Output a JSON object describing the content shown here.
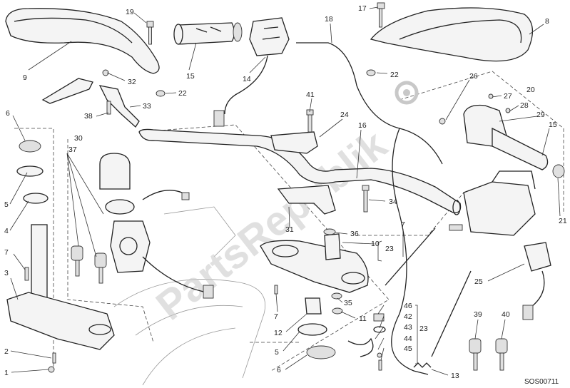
{
  "diagram": {
    "code": "SOS00711",
    "watermark": "PartsRepublik",
    "callouts": [
      {
        "id": "c19",
        "label": "19"
      },
      {
        "id": "c9",
        "label": "9"
      },
      {
        "id": "c32",
        "label": "32"
      },
      {
        "id": "c22a",
        "label": "22"
      },
      {
        "id": "c15a",
        "label": "15"
      },
      {
        "id": "c14",
        "label": "14"
      },
      {
        "id": "c18",
        "label": "18"
      },
      {
        "id": "c17",
        "label": "17"
      },
      {
        "id": "c8",
        "label": "8"
      },
      {
        "id": "c22b",
        "label": "22"
      },
      {
        "id": "c33",
        "label": "33"
      },
      {
        "id": "c38",
        "label": "38"
      },
      {
        "id": "c6a",
        "label": "6"
      },
      {
        "id": "c30",
        "label": "30"
      },
      {
        "id": "c37",
        "label": "37"
      },
      {
        "id": "c41",
        "label": "41"
      },
      {
        "id": "c24",
        "label": "24"
      },
      {
        "id": "c16",
        "label": "16"
      },
      {
        "id": "c26",
        "label": "26"
      },
      {
        "id": "c20",
        "label": "20"
      },
      {
        "id": "c27",
        "label": "27"
      },
      {
        "id": "c28",
        "label": "28"
      },
      {
        "id": "c29",
        "label": "29"
      },
      {
        "id": "c15b",
        "label": "15"
      },
      {
        "id": "c5a",
        "label": "5"
      },
      {
        "id": "c4",
        "label": "4"
      },
      {
        "id": "c34",
        "label": "34"
      },
      {
        "id": "c31",
        "label": "31"
      },
      {
        "id": "c36",
        "label": "36"
      },
      {
        "id": "c7a",
        "label": "7"
      },
      {
        "id": "c10",
        "label": "10"
      },
      {
        "id": "c23a",
        "label": "23"
      },
      {
        "id": "c7b",
        "label": "7"
      },
      {
        "id": "c3",
        "label": "3"
      },
      {
        "id": "c21",
        "label": "21"
      },
      {
        "id": "c25",
        "label": "25"
      },
      {
        "id": "c35",
        "label": "35"
      },
      {
        "id": "c7c",
        "label": "7"
      },
      {
        "id": "c46",
        "label": "46"
      },
      {
        "id": "c42",
        "label": "42"
      },
      {
        "id": "c11",
        "label": "11"
      },
      {
        "id": "c43",
        "label": "43"
      },
      {
        "id": "c23b",
        "label": "23"
      },
      {
        "id": "c12",
        "label": "12"
      },
      {
        "id": "c44",
        "label": "44"
      },
      {
        "id": "c39",
        "label": "39"
      },
      {
        "id": "c40",
        "label": "40"
      },
      {
        "id": "c45",
        "label": "45"
      },
      {
        "id": "c5b",
        "label": "5"
      },
      {
        "id": "c2",
        "label": "2"
      },
      {
        "id": "c6b",
        "label": "6"
      },
      {
        "id": "c1",
        "label": "1"
      },
      {
        "id": "c13",
        "label": "13"
      }
    ]
  },
  "colors": {
    "line": "#222222",
    "watermark": "#c8c8c8",
    "background": "#ffffff"
  }
}
